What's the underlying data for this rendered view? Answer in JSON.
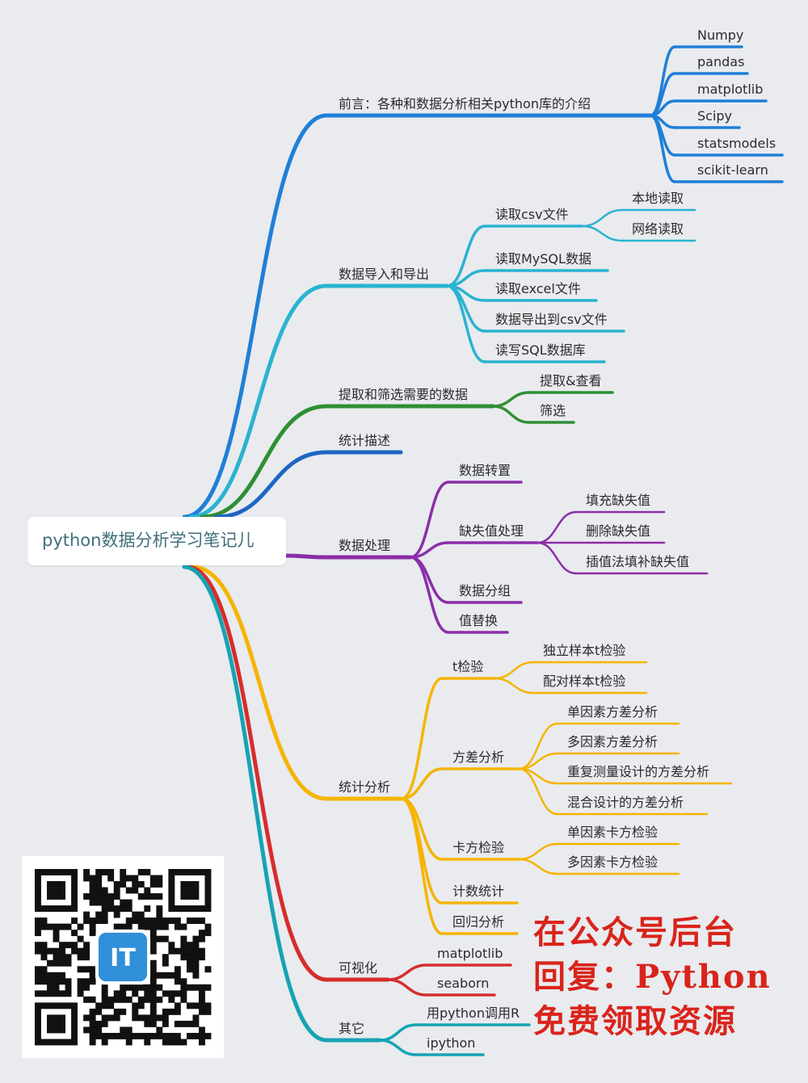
{
  "root": "python数据分析学习笔记儿",
  "promo": [
    "在公众号后台",
    "回复：Python",
    "免费领取资源"
  ],
  "qr_badge": "IT",
  "colors": {
    "intro": "#1f7fd8",
    "import": "#2ab3d1",
    "filter": "#2f8f34",
    "stats_desc": "#1d66c4",
    "processing": "#8b2ea8",
    "stats_analysis": "#f5b400",
    "viz": "#d62d2d",
    "other": "#16a3b3"
  },
  "branches": [
    {
      "key": "intro",
      "label": "前言：各种和数据分析相关python库的介绍",
      "children": [
        {
          "label": "Numpy"
        },
        {
          "label": "pandas"
        },
        {
          "label": "matplotlib"
        },
        {
          "label": "Scipy"
        },
        {
          "label": "statsmodels"
        },
        {
          "label": "scikit-learn"
        }
      ]
    },
    {
      "key": "import",
      "label": "数据导入和导出",
      "children": [
        {
          "label": "读取csv文件",
          "children": [
            {
              "label": "本地读取"
            },
            {
              "label": "网络读取"
            }
          ]
        },
        {
          "label": "读取MySQL数据"
        },
        {
          "label": "读取excel文件"
        },
        {
          "label": "数据导出到csv文件"
        },
        {
          "label": "读写SQL数据库"
        }
      ]
    },
    {
      "key": "filter",
      "label": "提取和筛选需要的数据",
      "children": [
        {
          "label": "提取&查看"
        },
        {
          "label": "筛选"
        }
      ]
    },
    {
      "key": "stats_desc",
      "label": "统计描述",
      "children": []
    },
    {
      "key": "processing",
      "label": "数据处理",
      "children": [
        {
          "label": "数据转置"
        },
        {
          "label": "缺失值处理",
          "children": [
            {
              "label": "填充缺失值"
            },
            {
              "label": "删除缺失值"
            },
            {
              "label": "插值法填补缺失值"
            }
          ]
        },
        {
          "label": "数据分组"
        },
        {
          "label": "值替换"
        }
      ]
    },
    {
      "key": "stats_analysis",
      "label": "统计分析",
      "children": [
        {
          "label": "t检验",
          "children": [
            {
              "label": "独立样本t检验"
            },
            {
              "label": "配对样本t检验"
            }
          ]
        },
        {
          "label": "方差分析",
          "children": [
            {
              "label": "单因素方差分析"
            },
            {
              "label": "多因素方差分析"
            },
            {
              "label": "重复测量设计的方差分析"
            },
            {
              "label": "混合设计的方差分析"
            }
          ]
        },
        {
          "label": "卡方检验",
          "children": [
            {
              "label": "单因素卡方检验"
            },
            {
              "label": "多因素卡方检验"
            }
          ]
        },
        {
          "label": "计数统计"
        },
        {
          "label": "回归分析"
        }
      ]
    },
    {
      "key": "viz",
      "label": "可视化",
      "children": [
        {
          "label": "matplotlib"
        },
        {
          "label": "seaborn"
        }
      ]
    },
    {
      "key": "other",
      "label": "其它",
      "children": [
        {
          "label": "用python调用R"
        },
        {
          "label": "ipython"
        }
      ]
    }
  ]
}
